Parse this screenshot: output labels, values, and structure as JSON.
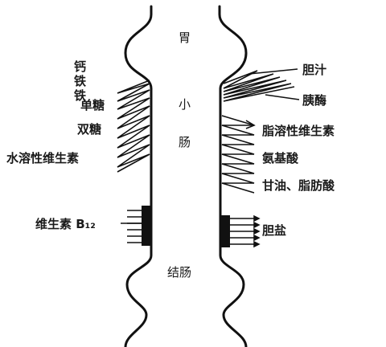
{
  "organs": {
    "stomach": "胃",
    "small_intestine": [
      "小",
      "肠"
    ],
    "colon": "结肠"
  },
  "left_labels": {
    "minerals": [
      "钙",
      "铁",
      "铁"
    ],
    "monosaccharide": "单糖",
    "disaccharide": "双糖",
    "water_soluble_vitamins": "水溶性维生素",
    "vitamin_b12": "维生素 B₁₂"
  },
  "right_labels": {
    "bile": "胆汁",
    "pancreatic_enzymes": "胰酶",
    "fat_soluble_vitamins": "脂溶性维生素",
    "amino_acids": "氨基酸",
    "glycerol_fatty_acids": "甘油、脂肪酸",
    "bile_salts": "胆盐"
  },
  "colors": {
    "line": "#111111",
    "background": "#ffffff"
  }
}
